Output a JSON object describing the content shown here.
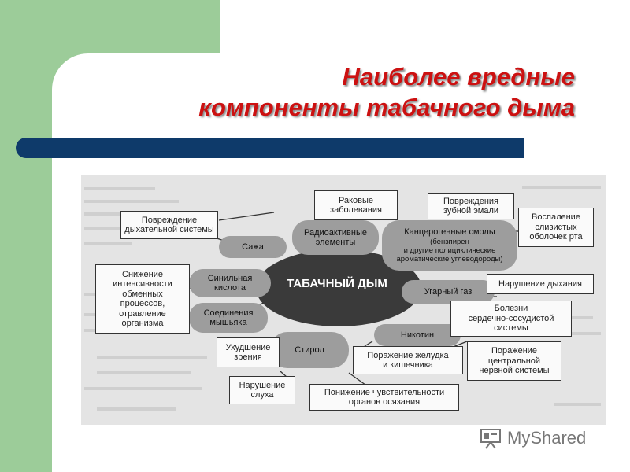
{
  "slide": {
    "title_line1": "Наиболее вредные",
    "title_line2": "компоненты табачного дыма",
    "colors": {
      "title": "#cc1111",
      "bar": "#0e3a6a",
      "green": "#9ccc99"
    }
  },
  "diagram": {
    "hub": "ТАБАЧНЫЙ ДЫМ",
    "substances": {
      "soot": "Сажа",
      "radioactive": "Радиоактивные\nэлементы",
      "carcinogens_title": "Канцерогенные смолы",
      "carcinogens_sub": "(бензпирен\nи другие полициклические\nароматические углеводороды)",
      "hcn": "Синильная\nкислота",
      "arsenic": "Соединения\nмышьяка",
      "co": "Угарный газ",
      "styrene": "Стирол",
      "nicotine": "Никотин"
    },
    "effects": {
      "respiratory": "Повреждение\nдыхательной системы",
      "cancer": "Раковые\nзаболевания",
      "enamel": "Повреждения\nзубной эмали",
      "mucosa": "Воспаление\nслизистых\nоболочек рта",
      "metabolism": "Снижение\nинтенсивности\nобменных\nпроцессов,\nотравление\nорганизма",
      "breathing": "Нарушение дыхания",
      "cardio": "Болезни\nсердечно-сосудистой\nсистемы",
      "vision": "Ухудшение\nзрения",
      "gi": "Поражение желудка\nи кишечника",
      "cns": "Поражение\nцентральной\nнервной системы",
      "hearing": "Нарушение\nслуха",
      "senses": "Понижение чувствительности\nорганов осязания"
    }
  },
  "logo": {
    "text": "MyShared",
    "icon": "myshared-logo-icon"
  }
}
